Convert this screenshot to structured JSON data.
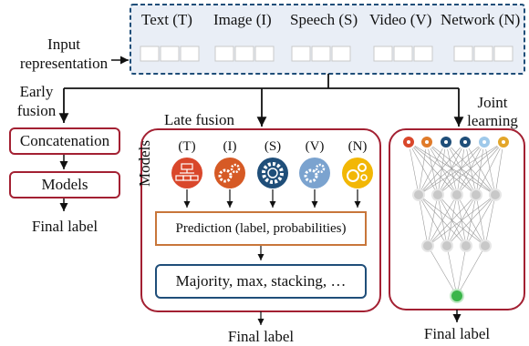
{
  "input": {
    "label_line1": "Input",
    "label_line2": "representation",
    "modalities": [
      "Text (T)",
      "Image (I)",
      "Speech (S)",
      "Video (V)",
      "Network (N)"
    ]
  },
  "early": {
    "title_line1": "Early",
    "title_line2": "fusion",
    "concat": "Concatenation",
    "models": "Models",
    "final": "Final label"
  },
  "late": {
    "title": "Late fusion",
    "models_label": "Models",
    "model_tags": [
      "(T)",
      "(I)",
      "(S)",
      "(V)",
      "(N)"
    ],
    "model_icons": [
      "network-diagram-icon",
      "gears-icon",
      "gear-icon",
      "gears-icon",
      "gears-outline-icon"
    ],
    "model_colors": [
      "#d9472b",
      "#d65a25",
      "#1f4e79",
      "#7ba3cf",
      "#f2b705"
    ],
    "prediction": "Prediction (label, probabilities)",
    "aggregation": "Majority, max, stacking, …",
    "final": "Final label"
  },
  "joint": {
    "title_line1": "Joint",
    "title_line2": "learning",
    "input_node_colors": [
      "#d9472b",
      "#e07b2a",
      "#1f4e79",
      "#1f4e79",
      "#9fc9ea",
      "#e3a62a"
    ],
    "output_node_color": "#3ab54a",
    "final": "Final label"
  },
  "colors": {
    "accent_red": "#a32032",
    "dashed_blue": "#1f4e79",
    "input_fill": "#e9eef6",
    "prediction_border": "#c8763a",
    "aggregation_border": "#1f4e79"
  }
}
